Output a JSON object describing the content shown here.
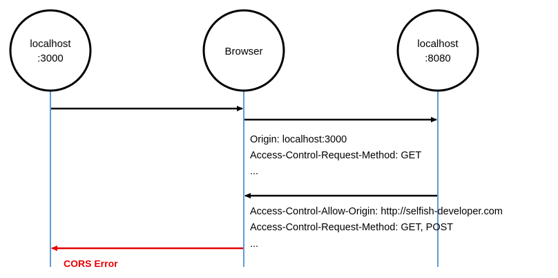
{
  "participants": [
    {
      "id": "client",
      "lines": [
        "localhost",
        ":3000"
      ]
    },
    {
      "id": "browser",
      "lines": [
        "Browser"
      ]
    },
    {
      "id": "server",
      "lines": [
        "localhost",
        ":8080"
      ]
    }
  ],
  "messages": {
    "preflight_request_lines": [
      "Origin: localhost:3000",
      "Access-Control-Request-Method: GET",
      "..."
    ],
    "preflight_response_lines": [
      "Access-Control-Allow-Origin: http://selfish-developer.com",
      "Access-Control-Request-Method: GET, POST",
      "..."
    ],
    "error_label": "CORS Error"
  },
  "colors": {
    "lifeline": "#5b9bd5",
    "arrow": "#000000",
    "error": "#e60000",
    "circle_stroke": "#000000"
  }
}
